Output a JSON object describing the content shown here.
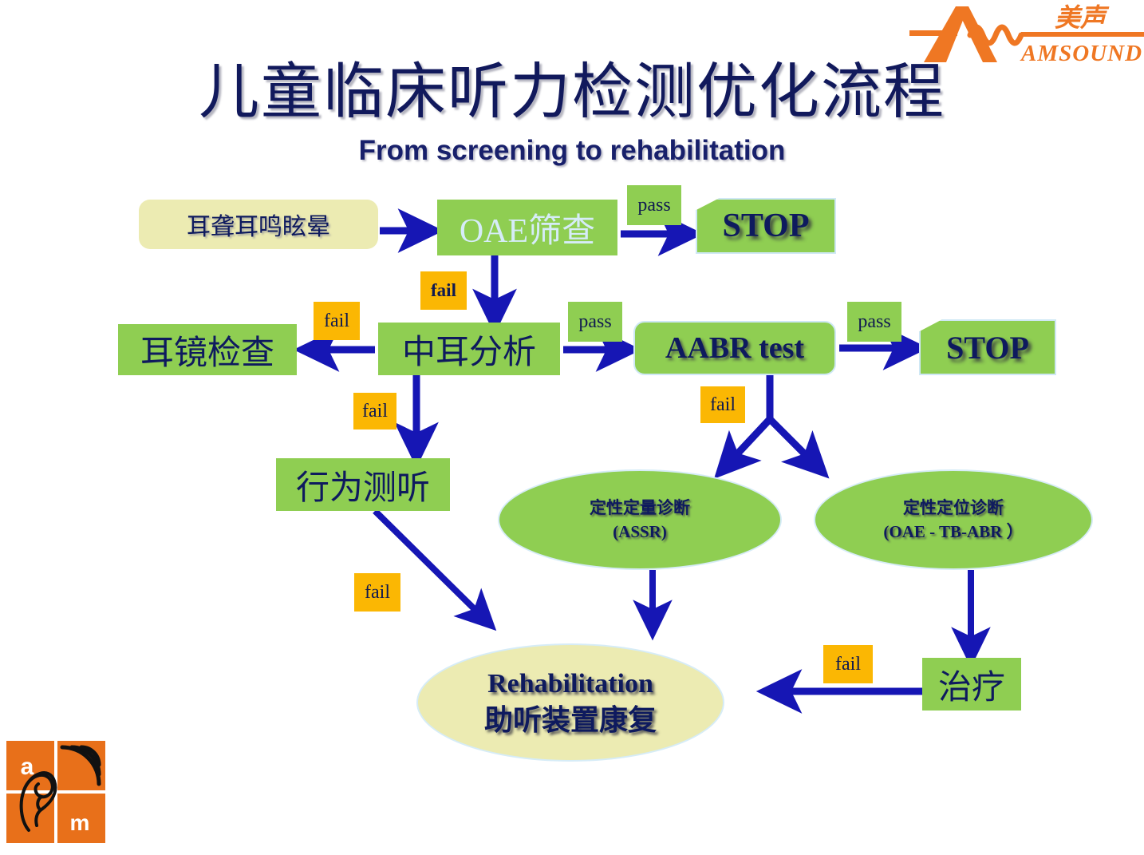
{
  "logo": {
    "cn_name": "美声",
    "en_name": "AMSOUND",
    "mark_letter_a": "A",
    "color": "#ef7723"
  },
  "header": {
    "title": "儿童临床听力检测优化流程",
    "subtitle": "From screening to rehabilitation",
    "title_color": "#11195c"
  },
  "colors": {
    "green": "#8fce52",
    "cream": "#ecebb2",
    "orange_tag": "#fbb703",
    "arrow_blue": "#1616b4",
    "text_navy": "#0e1a5e",
    "pale_text": "#d6ecf8",
    "border_lightblue": "#cfe8f5",
    "brand_orange": "#e8701a"
  },
  "nodes": {
    "symptoms": "耳聋耳鸣眩晕",
    "oae_screen": "OAE筛查",
    "stop_1": "STOP",
    "otoscopy": "耳镜检查",
    "middle_ear": "中耳分析",
    "aabr": "AABR test",
    "stop_2": "STOP",
    "behavioral": "行为测听",
    "assr_line1": "定性定量诊断",
    "assr_line2": "(ASSR)",
    "tbabr_line1": "定性定位诊断",
    "tbabr_line2": "(OAE - TB-ABR ）",
    "treatment": "治疗",
    "rehab_line1": "Rehabilitation",
    "rehab_line2": "助听装置康复"
  },
  "edge_labels": {
    "pass_oae": "pass",
    "fail_oae": "fail",
    "fail_otoscopy": "fail",
    "pass_middle_ear": "pass",
    "fail_middle_ear": "fail",
    "pass_aabr": "pass",
    "fail_aabr": "fail",
    "fail_behavioral": "fail",
    "fail_treatment": "fail"
  },
  "brandmark": {
    "letter_a": "a",
    "letter_m": "m",
    "icon_waves": "sound-waves-icon",
    "icon_ear": "ear-icon"
  },
  "chart_data": {
    "type": "diagram",
    "title": "儿童临床听力检测优化流程",
    "nodes": [
      {
        "id": "symptoms",
        "label": "耳聋耳鸣眩晕",
        "shape": "rounded-rect",
        "fill": "#ecebb2"
      },
      {
        "id": "oae_screen",
        "label": "OAE筛查",
        "shape": "rect",
        "fill": "#8fce52"
      },
      {
        "id": "stop_1",
        "label": "STOP",
        "shape": "clipped-rect",
        "fill": "#8fce52"
      },
      {
        "id": "otoscopy",
        "label": "耳镜检查",
        "shape": "rect",
        "fill": "#8fce52"
      },
      {
        "id": "middle_ear",
        "label": "中耳分析",
        "shape": "rect",
        "fill": "#8fce52"
      },
      {
        "id": "aabr",
        "label": "AABR test",
        "shape": "rounded-rect",
        "fill": "#8fce52"
      },
      {
        "id": "stop_2",
        "label": "STOP",
        "shape": "clipped-rect",
        "fill": "#8fce52"
      },
      {
        "id": "behavioral",
        "label": "行为测听",
        "shape": "rect",
        "fill": "#8fce52"
      },
      {
        "id": "assr",
        "label": "定性定量诊断 (ASSR)",
        "shape": "ellipse",
        "fill": "#8fce52"
      },
      {
        "id": "tbabr",
        "label": "定性定位诊断 (OAE - TB-ABR ）",
        "shape": "ellipse",
        "fill": "#8fce52"
      },
      {
        "id": "treatment",
        "label": "治疗",
        "shape": "rect",
        "fill": "#8fce52"
      },
      {
        "id": "rehab",
        "label": "Rehabilitation 助听装置康复",
        "shape": "ellipse",
        "fill": "#ecebb2"
      }
    ],
    "edges": [
      {
        "from": "symptoms",
        "to": "oae_screen",
        "label": ""
      },
      {
        "from": "oae_screen",
        "to": "stop_1",
        "label": "pass"
      },
      {
        "from": "oae_screen",
        "to": "middle_ear",
        "label": "fail"
      },
      {
        "from": "middle_ear",
        "to": "otoscopy",
        "label": "fail"
      },
      {
        "from": "middle_ear",
        "to": "aabr",
        "label": "pass"
      },
      {
        "from": "middle_ear",
        "to": "behavioral",
        "label": "fail"
      },
      {
        "from": "aabr",
        "to": "stop_2",
        "label": "pass"
      },
      {
        "from": "aabr",
        "to": "assr",
        "label": "fail"
      },
      {
        "from": "aabr",
        "to": "tbabr",
        "label": "fail"
      },
      {
        "from": "behavioral",
        "to": "rehab",
        "label": "fail"
      },
      {
        "from": "assr",
        "to": "rehab",
        "label": ""
      },
      {
        "from": "tbabr",
        "to": "treatment",
        "label": ""
      },
      {
        "from": "treatment",
        "to": "rehab",
        "label": "fail"
      }
    ]
  }
}
